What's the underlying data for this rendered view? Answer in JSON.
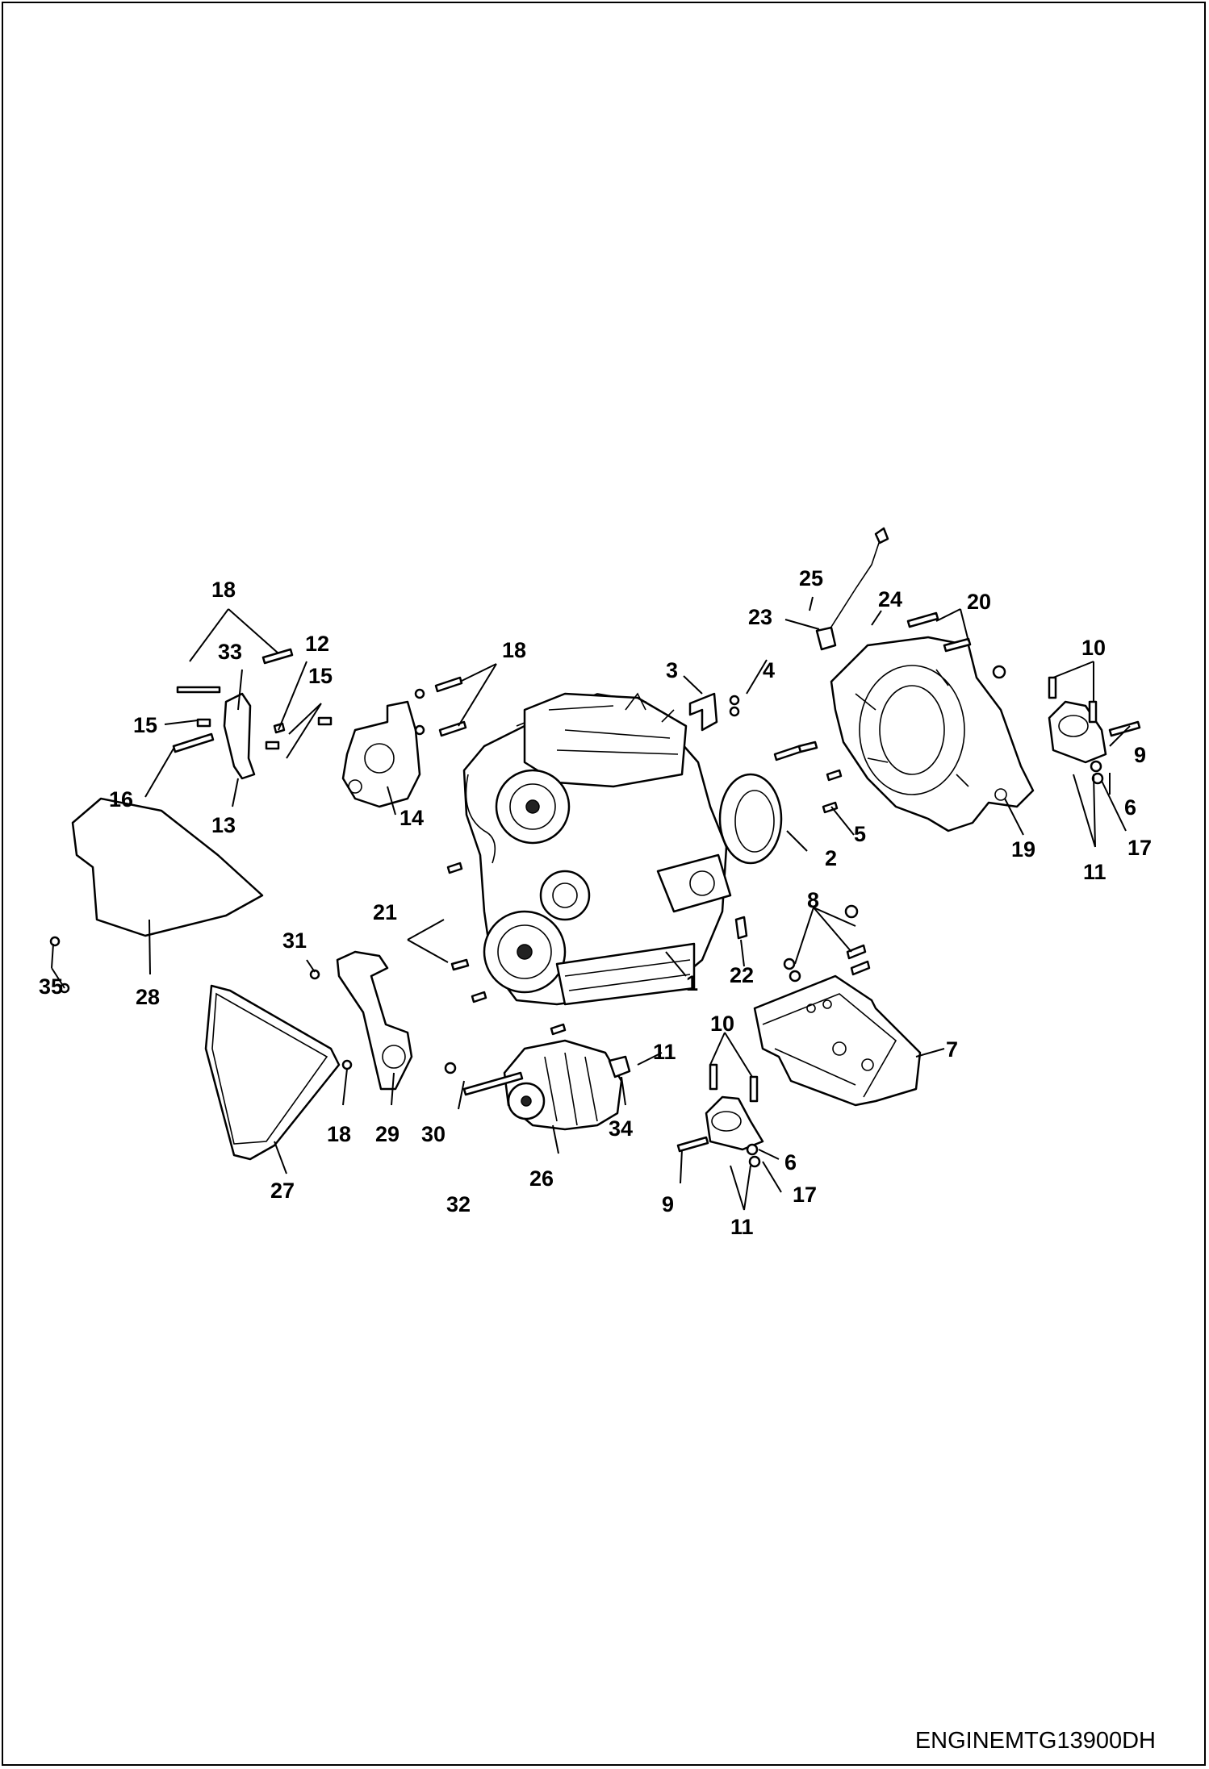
{
  "figure_code": "ENGINEMTG13900DH",
  "callouts": [
    "18",
    "33",
    "12",
    "15",
    "15",
    "16",
    "13",
    "18",
    "14",
    "35",
    "28",
    "31",
    "27",
    "18",
    "29",
    "21",
    "30",
    "32",
    "26",
    "34",
    "11",
    "10",
    "9",
    "11",
    "6",
    "17",
    "22",
    "1",
    "8",
    "7",
    "3",
    "4",
    "5",
    "2",
    "25",
    "23",
    "24",
    "20",
    "10",
    "9",
    "6",
    "17",
    "11",
    "19"
  ]
}
